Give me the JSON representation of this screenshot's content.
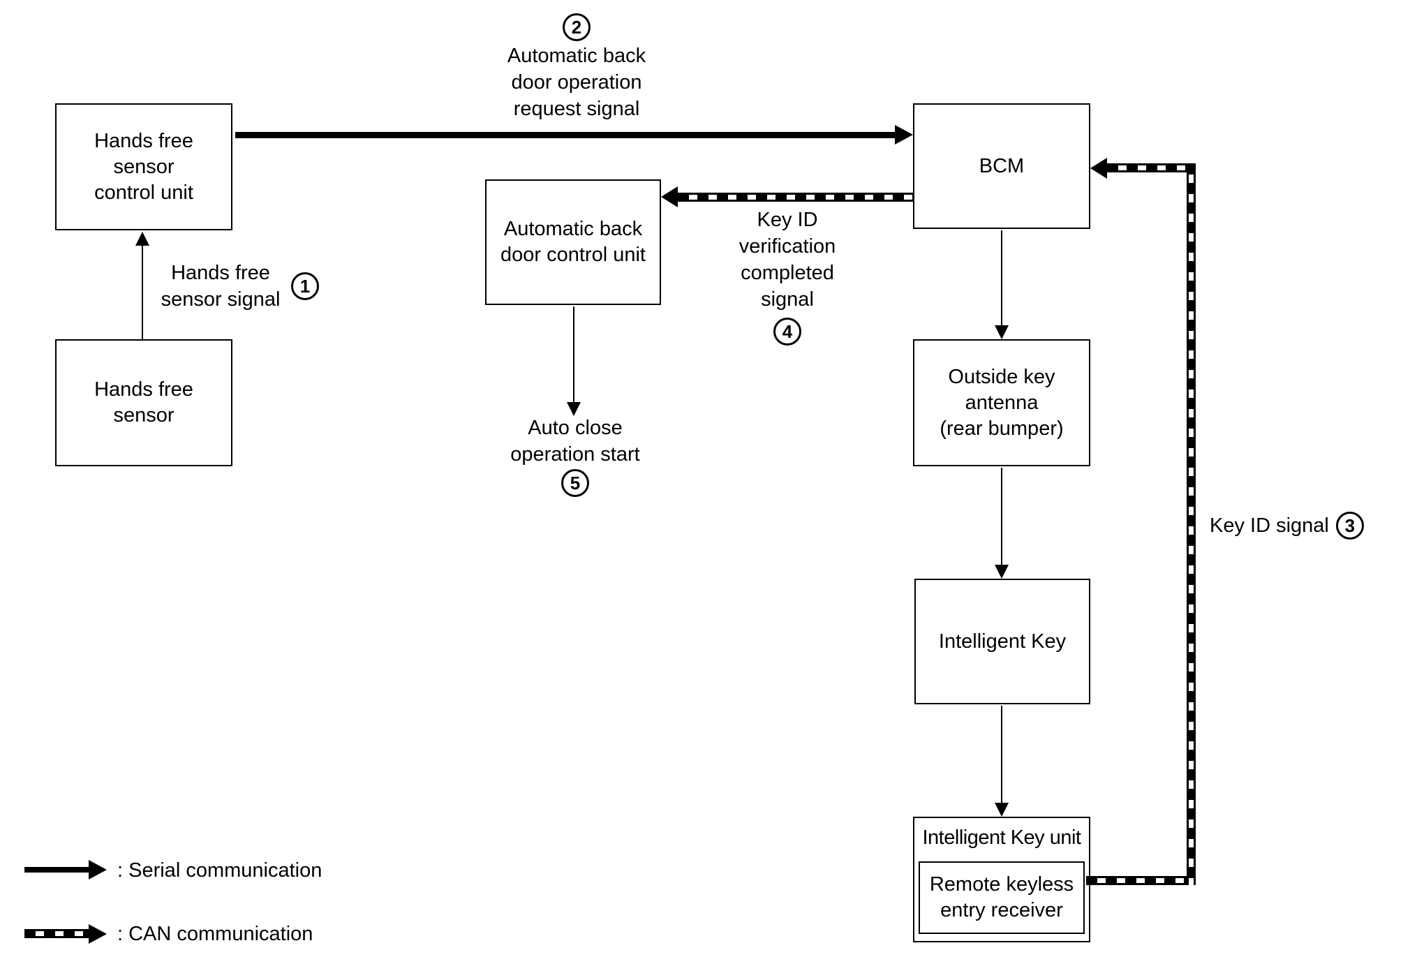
{
  "diagram": {
    "boxes": {
      "hands_free_sensor_control_unit": "Hands free\nsensor\ncontrol unit",
      "hands_free_sensor": "Hands free\nsensor",
      "automatic_back_door_control_unit": "Automatic back\ndoor control unit",
      "bcm": "BCM",
      "outside_key_antenna": "Outside key\nantenna\n(rear bumper)",
      "intelligent_key": "Intelligent Key",
      "intelligent_key_unit": "Intelligent Key unit",
      "remote_keyless_entry_receiver": "Remote keyless\nentry receiver"
    },
    "signals": {
      "s1": {
        "number": "1",
        "label": "Hands free\nsensor signal"
      },
      "s2": {
        "number": "2",
        "label": "Automatic back\ndoor operation\nrequest signal"
      },
      "s3": {
        "number": "3",
        "label": "Key ID signal"
      },
      "s4": {
        "number": "4",
        "label": "Key ID\nverification\ncompleted\nsignal"
      },
      "s5": {
        "number": "5",
        "label": "Auto close\noperation start"
      }
    },
    "legend": {
      "serial": ": Serial communication",
      "can": ": CAN communication"
    },
    "colors": {
      "line": "#000000",
      "background": "#ffffff"
    }
  }
}
